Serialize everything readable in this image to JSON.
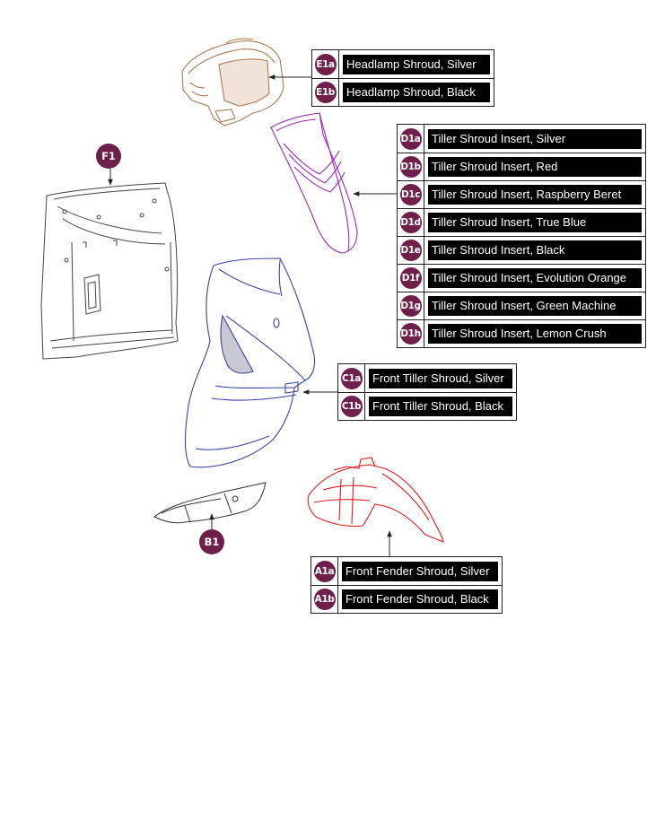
{
  "colors": {
    "badge": "#6e1f4a",
    "label_bg": "#000000",
    "label_text": "#ffffff",
    "headlamp_part": "#b07a52",
    "insert_part": "#9b2bb5",
    "tiller_part": "#3b42a8",
    "fender_part": "#e31b1b",
    "rear_part": "#444444"
  },
  "groups": {
    "E": [
      {
        "code": "E1a",
        "label": "Headlamp Shroud, Silver"
      },
      {
        "code": "E1b",
        "label": "Headlamp Shroud, Black"
      }
    ],
    "D": [
      {
        "code": "D1a",
        "label": "Tiller Shroud Insert, Silver"
      },
      {
        "code": "D1b",
        "label": "Tiller Shroud Insert, Red"
      },
      {
        "code": "D1c",
        "label": "Tiller Shroud Insert, Raspberry Beret"
      },
      {
        "code": "D1d",
        "label": "Tiller Shroud Insert, True Blue"
      },
      {
        "code": "D1e",
        "label": "Tiller Shroud Insert, Black"
      },
      {
        "code": "D1f",
        "label": "Tiller Shroud Insert, Evolution Orange"
      },
      {
        "code": "D1g",
        "label": "Tiller Shroud Insert, Green Machine"
      },
      {
        "code": "D1h",
        "label": "Tiller Shroud Insert, Lemon Crush"
      }
    ],
    "C": [
      {
        "code": "C1a",
        "label": "Front Tiller Shroud, Silver"
      },
      {
        "code": "C1b",
        "label": "Front Tiller Shroud, Black"
      }
    ],
    "A": [
      {
        "code": "A1a",
        "label": "Front Fender Shroud, Silver"
      },
      {
        "code": "A1b",
        "label": "Front Fender Shroud, Black"
      }
    ]
  },
  "callouts": {
    "f1": "F1",
    "b1": "B1"
  }
}
